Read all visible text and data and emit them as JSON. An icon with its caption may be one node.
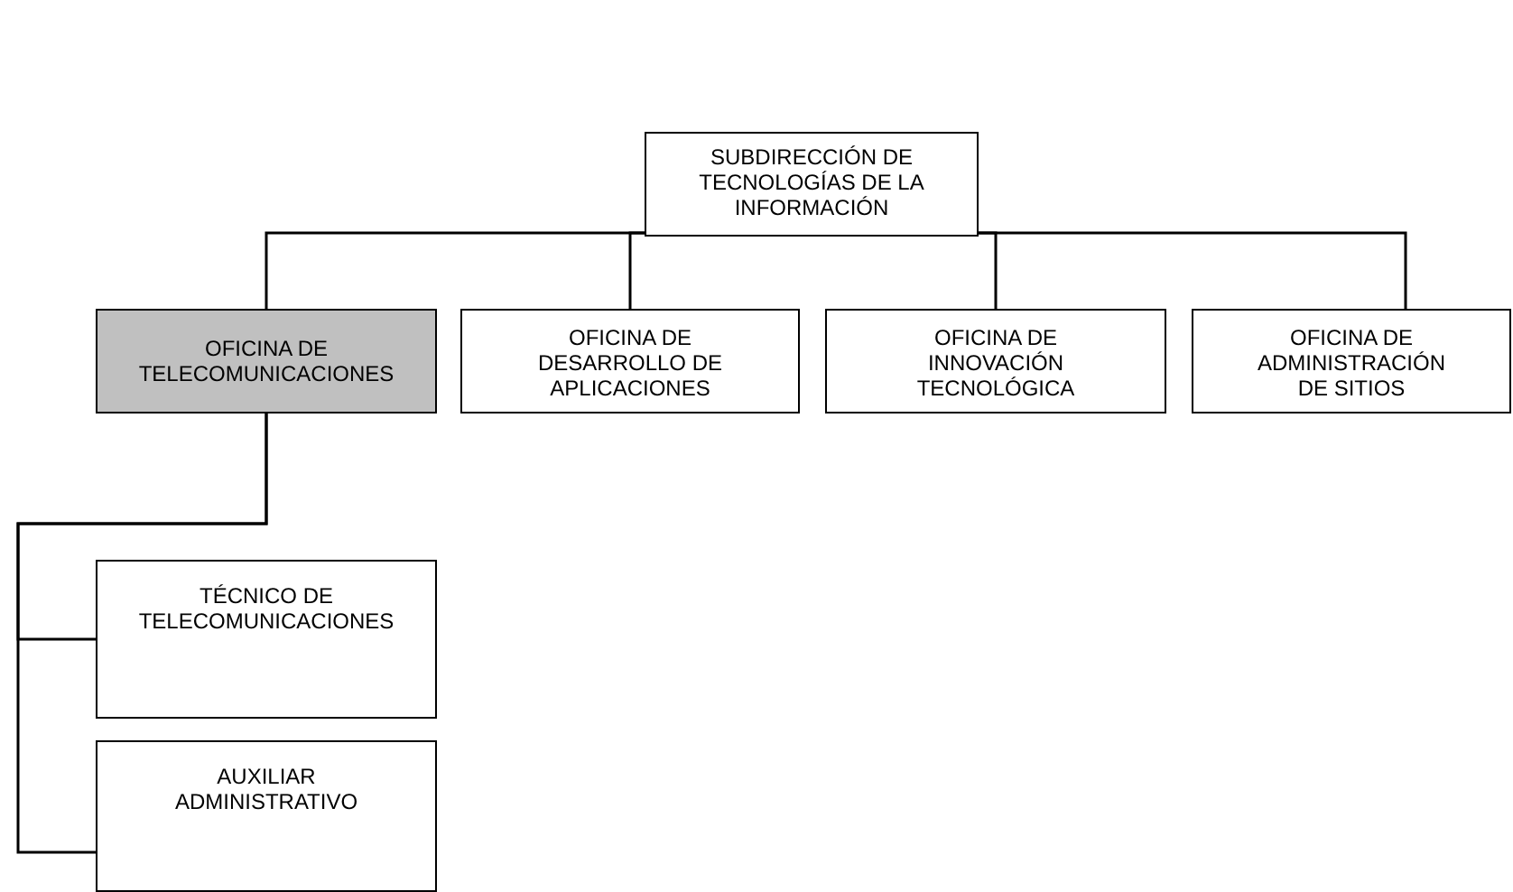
{
  "diagram": {
    "nodes": [
      {
        "text": [
          "SUBDIRECCIÓN DE TECNOLOGÍAS DE LA INFORMACIÓN"
        ]
      },
      {
        "text": [
          "OFICINA DE TELECOMUNICACIONES"
        ]
      },
      {
        "text": [
          "OFICINA DE DESARROLLO DE APLICACIONES"
        ]
      },
      {
        "text": [
          "OFICINA DE INNOVACIÓN TECNOLÓGICA"
        ]
      },
      {
        "text": [
          "OFICINA DE ADMINISTRACIÓN DE SITIOS"
        ]
      },
      {
        "text": [
          "TÉCNICO DE TELECOMUNICACIONES"
        ]
      },
      {
        "text": [
          "AUXILIAR ADMINISTRATIVO"
        ]
      }
    ],
    "edges": [
      {
        "from": 0,
        "to": 1,
        "arrow": "none"
      },
      {
        "from": 0,
        "to": 2,
        "arrow": "none"
      },
      {
        "from": 0,
        "to": 3,
        "arrow": "none"
      },
      {
        "from": 0,
        "to": 4,
        "arrow": "none"
      },
      {
        "from": 1,
        "to": 5,
        "arrow": "none"
      },
      {
        "from": 1,
        "to": 6,
        "arrow": "none"
      }
    ]
  }
}
